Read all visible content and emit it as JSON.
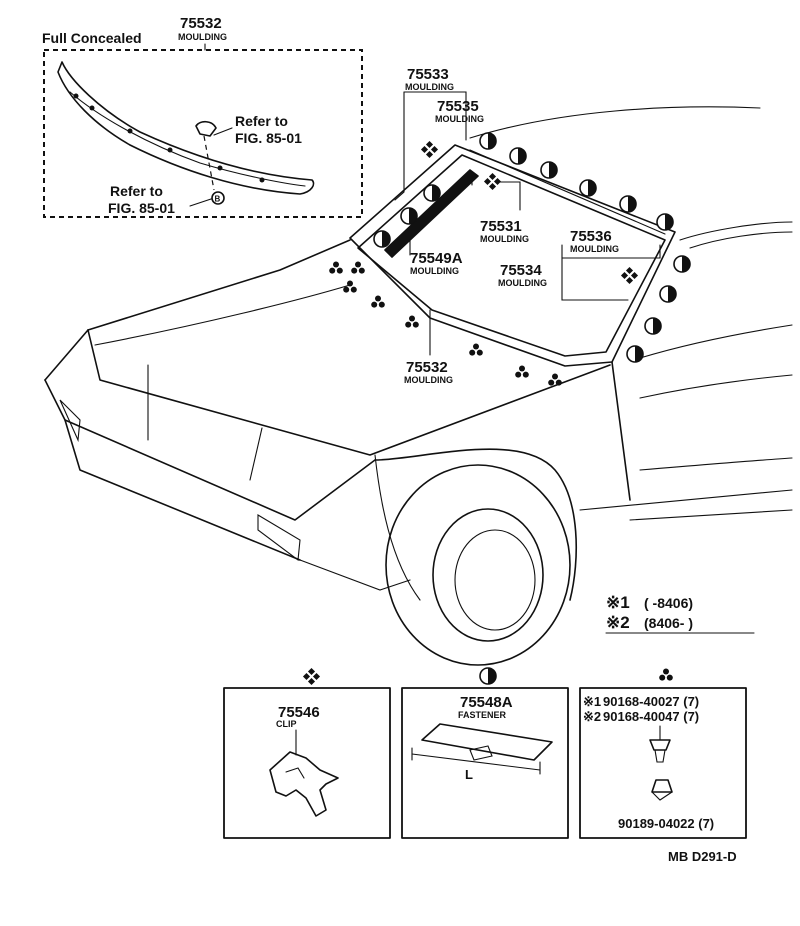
{
  "inset": {
    "title": "Full Concealed",
    "part_number": "75532",
    "part_label": "MOULDING",
    "refer_1_line1": "Refer to",
    "refer_1_line2": "FIG. 85-01",
    "refer_2_line1": "Refer to",
    "refer_2_line2": "FIG. 85-01"
  },
  "callouts": [
    {
      "number": "75533",
      "label": "MOULDING"
    },
    {
      "number": "75535",
      "label": "MOULDING"
    },
    {
      "number": "75531",
      "label": "MOULDING"
    },
    {
      "number": "75549A",
      "label": "MOULDING"
    },
    {
      "number": "75536",
      "label": "MOULDING"
    },
    {
      "number": "75534",
      "label": "MOULDING"
    },
    {
      "number": "75532",
      "label": "MOULDING"
    }
  ],
  "legend": {
    "mark_1": "※1",
    "range_1": "(        -8406)",
    "mark_2": "※2",
    "range_2": "(8406-          )"
  },
  "boxes": {
    "clip": {
      "number": "75546",
      "label": "CLIP"
    },
    "fastener": {
      "number": "75548A",
      "label": "FASTENER",
      "dim_label": "L"
    },
    "screws": {
      "line_1_mark": "※1",
      "line_1": "90168-40027 (7)",
      "line_2_mark": "※2",
      "line_2": "90168-40047 (7)",
      "line_3": "90189-04022 (7)"
    }
  },
  "diagram_code": "MB D291-D",
  "icons": {
    "clip_symbol": "four-diamond-icon",
    "fastener_symbol": "half-filled-circle-icon",
    "screw_symbol": "three-dot-icon"
  }
}
